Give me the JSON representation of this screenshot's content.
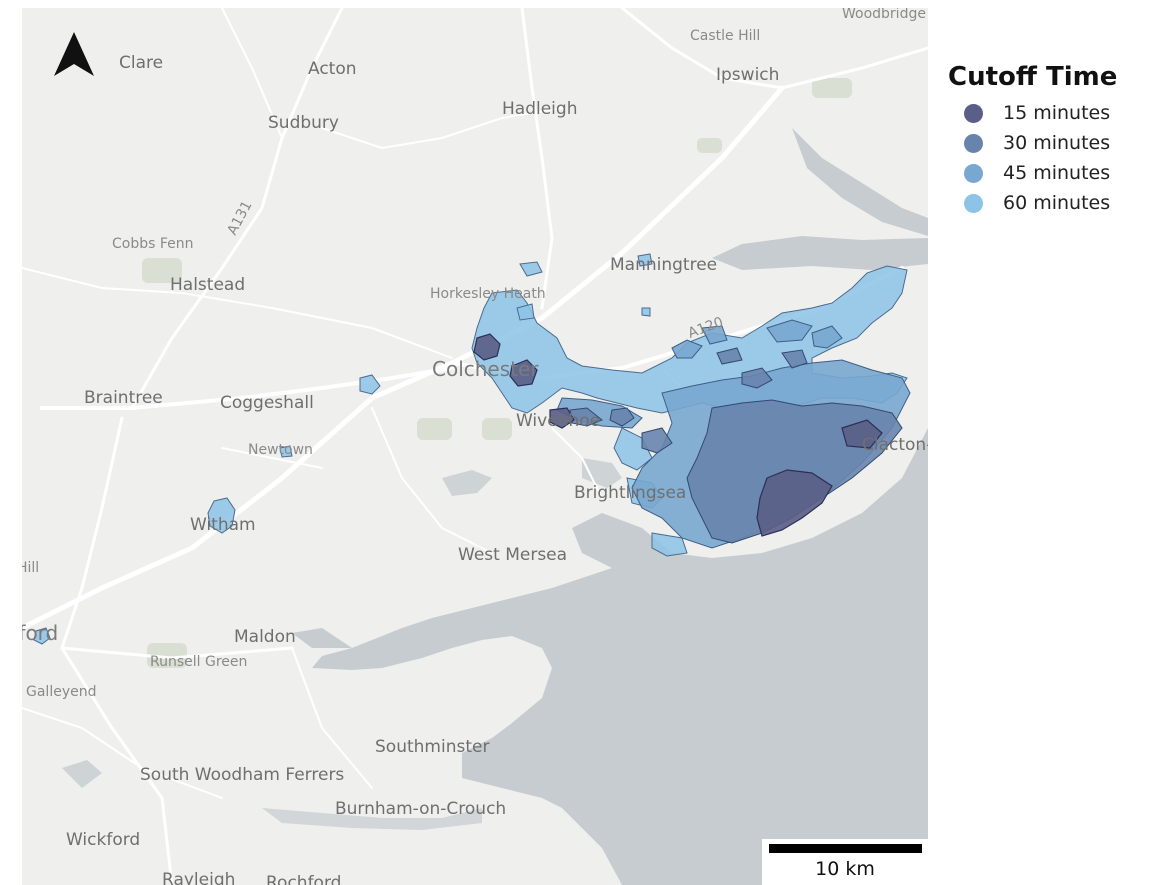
{
  "legend": {
    "title": "Cutoff Time",
    "items": [
      {
        "label": "15 minutes",
        "color": "#5b5f88"
      },
      {
        "label": "30 minutes",
        "color": "#6884ad"
      },
      {
        "label": "45 minutes",
        "color": "#78a7cf"
      },
      {
        "label": "60 minutes",
        "color": "#8cc3e6"
      }
    ]
  },
  "scalebar": {
    "label": "10 km"
  },
  "north_arrow": {
    "icon": "north-arrow-icon"
  },
  "colors": {
    "land": "#efefee",
    "sea": "#c6cccf",
    "roads": "#ffffff",
    "parks": "#d9dfd2"
  },
  "place_labels": {
    "clare": "Clare",
    "acton": "Acton",
    "sudbury": "Sudbury",
    "hadleigh": "Hadleigh",
    "castle_hill": "Castle Hill",
    "ipswich": "Ipswich",
    "cobbs_fenn": "Cobbs Fenn",
    "a131": "A131",
    "halstead": "Halstead",
    "manningtree": "Manningtree",
    "horkesley_heath": "Horkesley Heath",
    "a120": "A120",
    "colchester": "Colchester",
    "braintree": "Braintree",
    "coggeshall": "Coggeshall",
    "wivenhoe": "Wivenhoe",
    "newtown": "Newtown",
    "clacton": "Clacton-on-Sea",
    "brightlingsea": "Brightlingsea",
    "witham": "Witham",
    "west_mersea": "West Mersea",
    "ford_hill": "Ford Hill",
    "chelmsford": "Chelmsford",
    "maldon": "Maldon",
    "runsell_green": "Runsell Green",
    "galleyend": "Galleyend",
    "southminster": "Southminster",
    "south_woodham_ferrers": "South Woodham Ferrers",
    "burnham": "Burnham-on-Crouch",
    "wickford": "Wickford",
    "rayleigh": "Rayleigh",
    "rochford": "Rochford",
    "woodbridge": "Woodbridge"
  }
}
